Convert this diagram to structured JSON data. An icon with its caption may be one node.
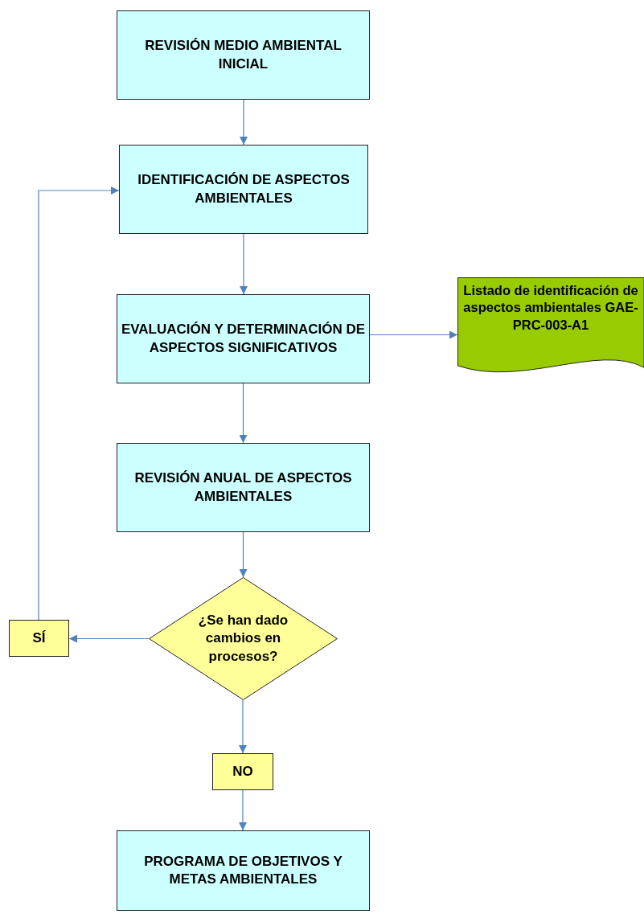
{
  "diagram": {
    "nodes": [
      {
        "text": [
          "REVISIÓN MEDIO AMBIENTAL INICIAL"
        ]
      },
      {
        "text": [
          "IDENTIFICACIÓN DE ASPECTOS AMBIENTALES"
        ]
      },
      {
        "text": [
          "EVALUACIÓN Y DETERMINACIÓN DE ASPECTOS SIGNIFICATIVOS"
        ]
      },
      {
        "text": [
          "Listado de identificación de aspectos ambientales GAE-PRC-003-A1"
        ]
      },
      {
        "text": [
          "REVISIÓN ANUAL DE ASPECTOS AMBIENTALES"
        ]
      },
      {
        "text": [
          "¿Se han dado cambios en procesos?"
        ]
      },
      {
        "text": [
          "SÍ"
        ]
      },
      {
        "text": [
          "NO"
        ]
      },
      {
        "text": [
          "PROGRAMA DE OBJETIVOS Y METAS AMBIENTALES"
        ]
      }
    ],
    "edges": [
      {
        "from": 0,
        "to": 1,
        "arrow": "to"
      },
      {
        "from": 1,
        "to": 2,
        "arrow": "to"
      },
      {
        "from": 2,
        "to": 3,
        "arrow": "to"
      },
      {
        "from": 2,
        "to": 4,
        "arrow": "to"
      },
      {
        "from": 4,
        "to": 5,
        "arrow": "to"
      },
      {
        "from": 5,
        "to": 6,
        "arrow": "to"
      },
      {
        "from": 6,
        "to": 1,
        "arrow": "to"
      },
      {
        "from": 5,
        "to": 7,
        "arrow": "to"
      },
      {
        "from": 7,
        "to": 8,
        "arrow": "to"
      }
    ]
  }
}
